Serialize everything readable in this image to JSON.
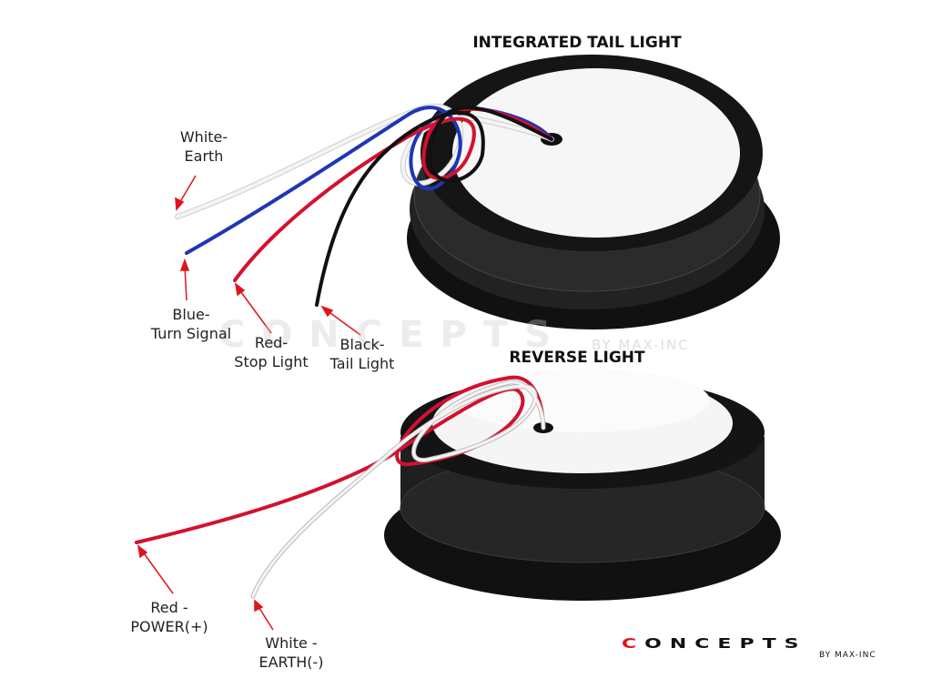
{
  "titles": {
    "top": "INTEGRATED TAIL LIGHT",
    "bottom": "REVERSE LIGHT"
  },
  "labels": {
    "white_earth": [
      "White-",
      "Earth"
    ],
    "blue": [
      "Blue-",
      "Turn Signal"
    ],
    "red_stop": [
      "Red-",
      "Stop Light"
    ],
    "black": [
      "Black-",
      "Tail Light"
    ],
    "red_power": [
      "Red -",
      "POWER(+)"
    ],
    "white_earth_rev": [
      "White -",
      "EARTH(-)"
    ]
  },
  "logo": {
    "first_letter": "C",
    "rest": "ONCEPTS",
    "sub": "BY MAX-INC"
  },
  "colors": {
    "arrow": "#e0141b",
    "wire_red": "#d3112e",
    "wire_blue": "#1f35b8",
    "wire_black": "#111111",
    "wire_white": "#f2f2f2",
    "housing": "#1a1a1a",
    "lens": "#f7f7f7"
  }
}
